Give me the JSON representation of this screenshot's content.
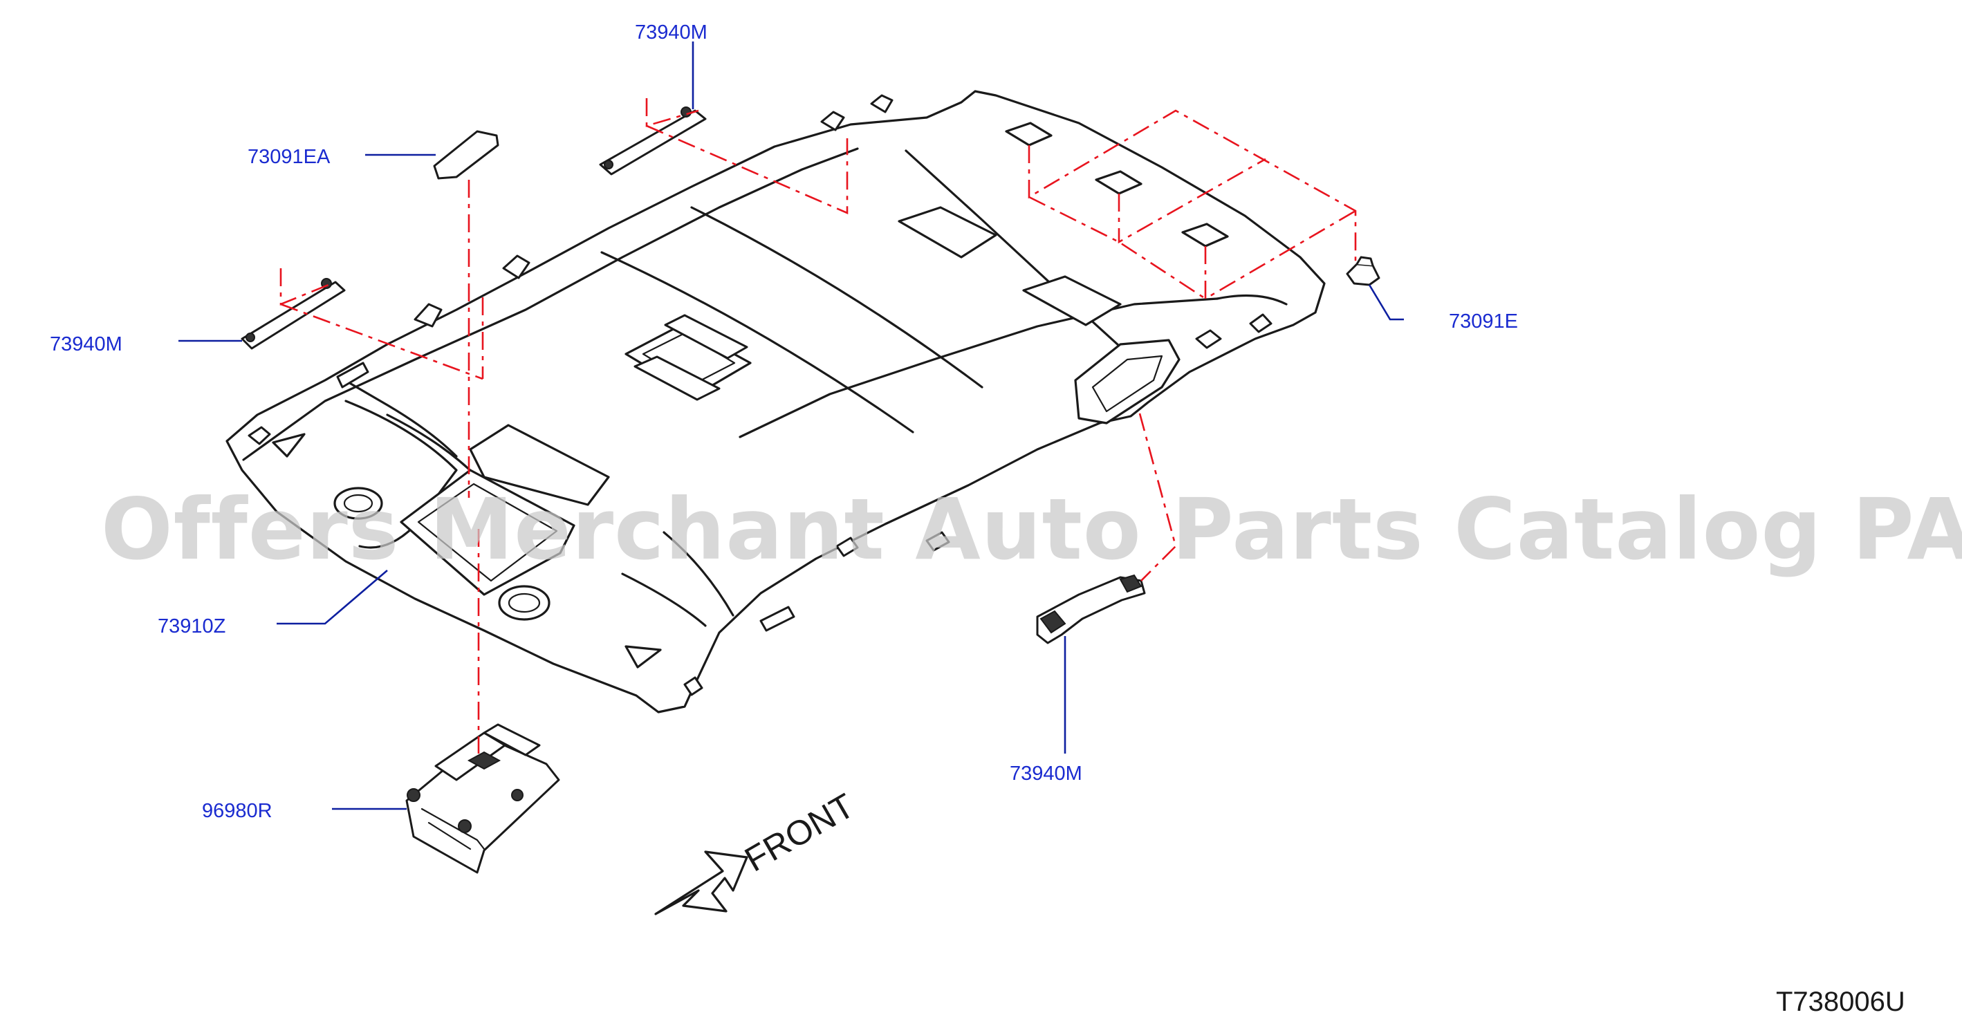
{
  "parts": {
    "p73940m_top": "73940M",
    "p73091ea": "73091EA",
    "p73940m_left": "73940M",
    "p73091e": "73091E",
    "p73910z": "73910Z",
    "p96980r": "96980R",
    "p73940m_bottom": "73940M"
  },
  "front_label": "FRONT",
  "diagram_code": "T738006U",
  "watermark": "Offers Merchant Auto Parts Catalog PARTSTORE.SA",
  "colors": {
    "label_text": "#1a2bd0",
    "leader_line": "#0d1fa0",
    "center_line": "#e8141e",
    "outline": "#1a1a1a"
  }
}
